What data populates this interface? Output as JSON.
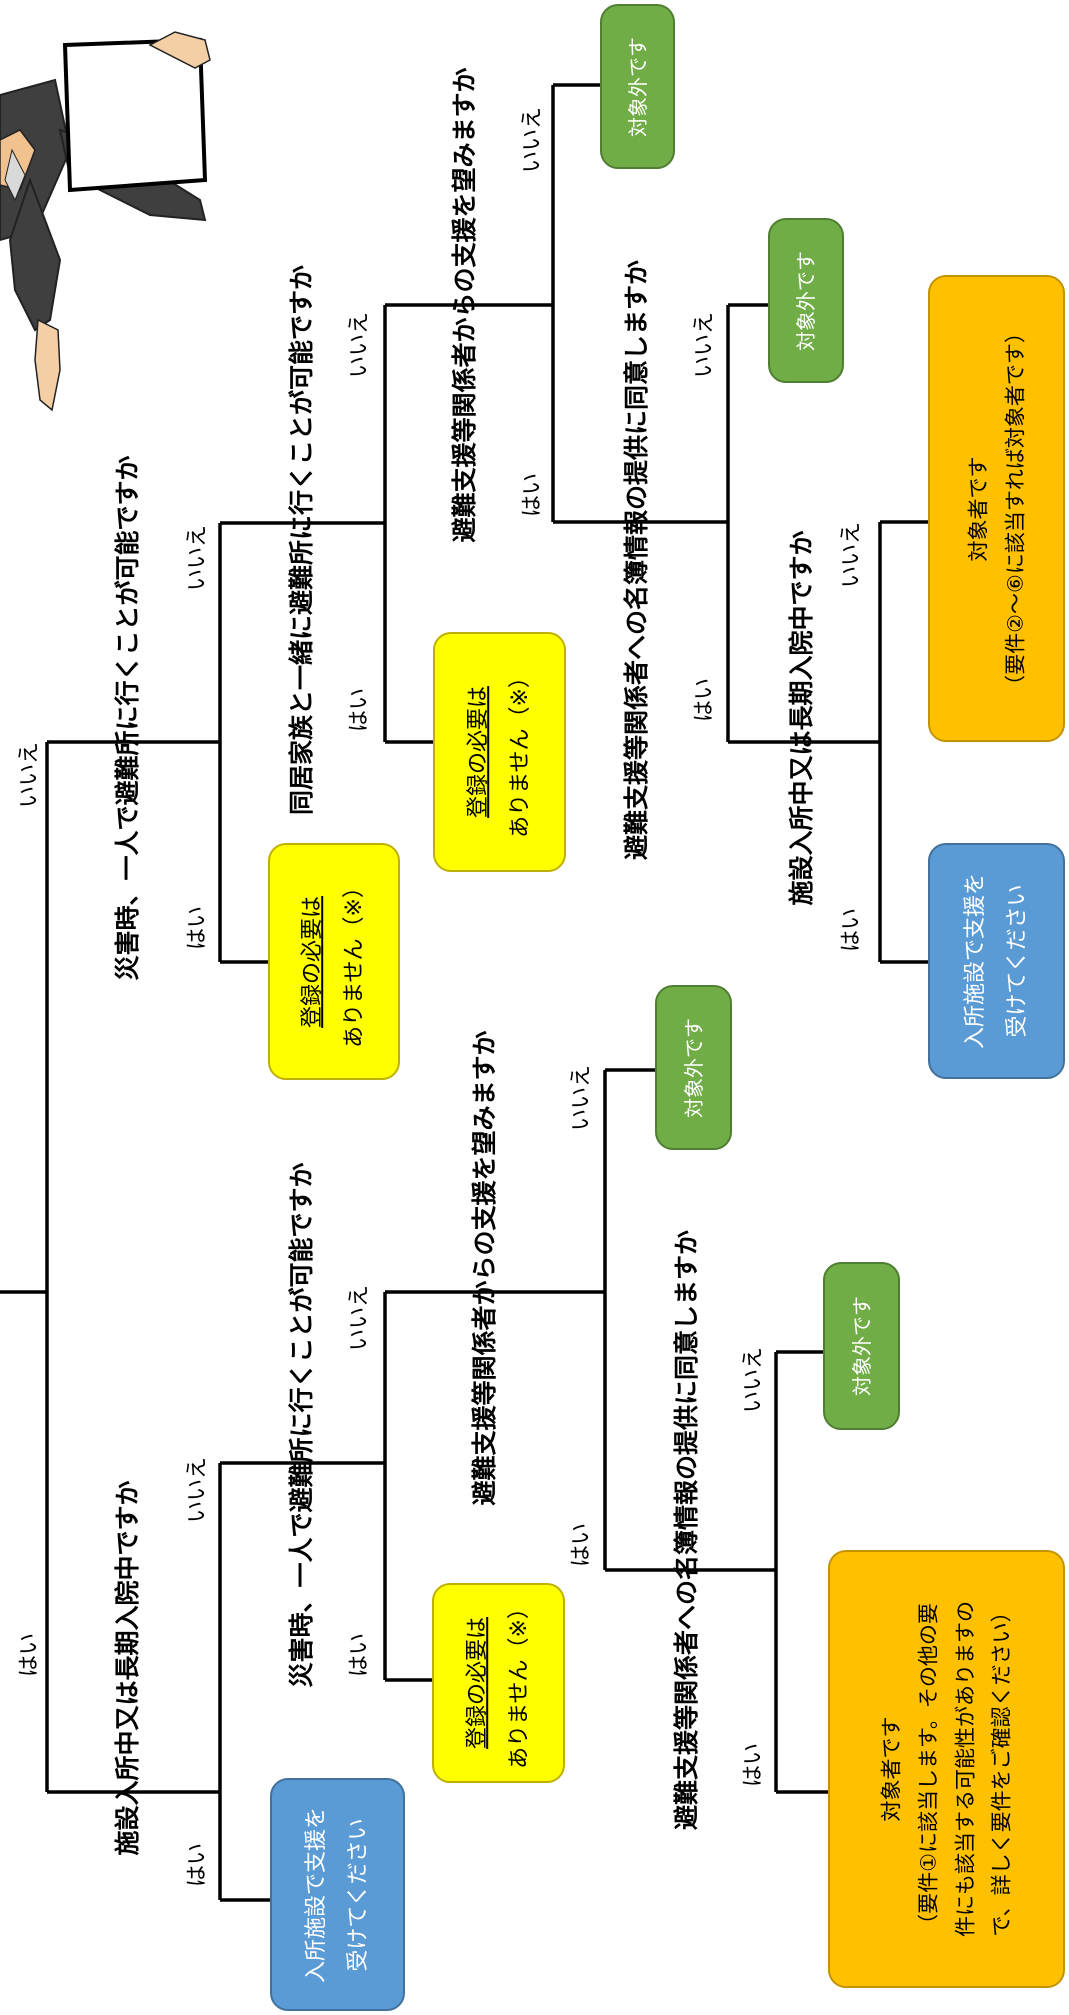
{
  "labels": {
    "yes": "はい",
    "no": "いいえ"
  },
  "questions": {
    "left_facility": "施設入所中又は長期入院中ですか",
    "left_alone": "災害時、一人で避難所に行くことが可能ですか",
    "left_support": "避難支援等関係者からの支援を望みますか",
    "left_consent": "避難支援等関係者への名簿情報の提供に同意しますか",
    "right_alone": "災害時、一人で避難所に行くことが可能ですか",
    "right_family": "同居家族と一緒に避難所に行くことが可能ですか",
    "right_support": "避難支援等関係者からの支援を望みますか",
    "right_consent": "避難支援等関係者への名簿情報の提供に同意しますか",
    "right_facility": "施設入所中又は長期入院中ですか"
  },
  "results": {
    "facility_support": [
      "入所施設で支援を",
      "受けてください"
    ],
    "no_registration": [
      "登録の必要は",
      "ありません（※）"
    ],
    "not_eligible": "対象外です",
    "eligible_left": [
      "対象者です",
      "（要件①に該当します。その他の要",
      "件にも該当する可能性がありますの",
      "で、詳しく要件をご確認ください）"
    ],
    "eligible_right": [
      "対象者です",
      "（要件②～⑥に該当すれば対象者です）"
    ]
  },
  "colors": {
    "blue": "#5b9bd5",
    "yellow": "#ffff00",
    "green": "#70ad47",
    "orange": "#ffc000"
  }
}
